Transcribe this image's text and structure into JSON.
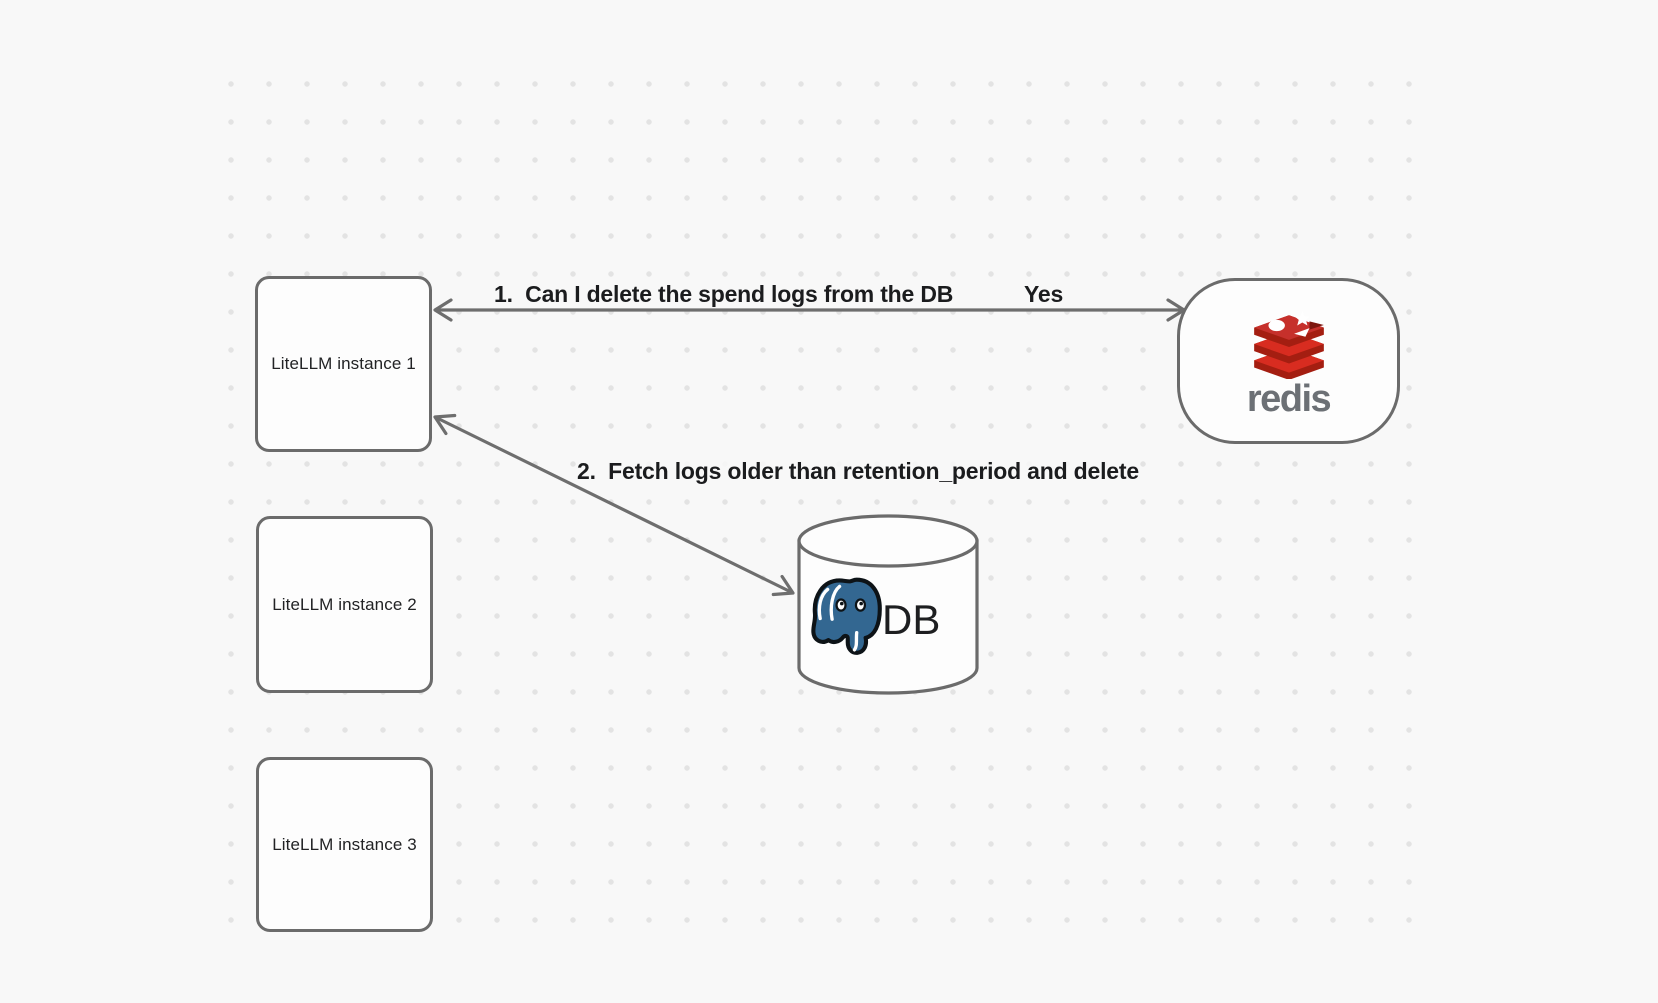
{
  "canvas": {
    "background_color": "#f8f8f8",
    "dot_color": "#e3e3e3",
    "stroke_color": "#6b6b6b"
  },
  "nodes": {
    "litellm_instances": [
      {
        "label": "LiteLLM instance 1"
      },
      {
        "label": "LiteLLM instance 2"
      },
      {
        "label": "LiteLLM instance 3"
      }
    ],
    "redis": {
      "label": "redis",
      "logo": "redis-logo",
      "logo_colors": {
        "red": "#d82c20",
        "dark_red": "#a41e11",
        "mid_red": "#c6302b",
        "text_gray": "#6c7075"
      }
    },
    "db": {
      "label": "DB",
      "logo": "postgresql-logo",
      "logo_colors": {
        "blue": "#336791",
        "outline": "#0d1317"
      }
    }
  },
  "arrows": [
    {
      "label": "1.  Can I delete the spend logs from the DB",
      "response_label": "Yes",
      "from": "LiteLLM instance 1",
      "to": "redis",
      "heads": "both"
    },
    {
      "label": "2.  Fetch logs older than retention_period and delete",
      "from": "LiteLLM instance 1",
      "to": "DB",
      "heads": "both"
    }
  ]
}
